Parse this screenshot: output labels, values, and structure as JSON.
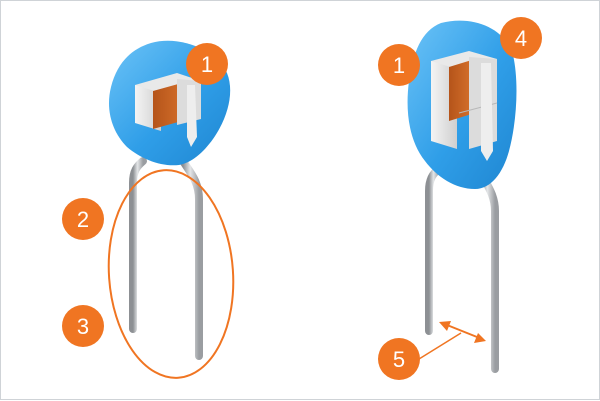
{
  "colors": {
    "background": "#ffffff",
    "coating": "#2f9ee8",
    "coating_light": "#5ab8f5",
    "ceramic": "#c9611b",
    "electrode": "#e6e6e6",
    "lead": "#b9bcc0",
    "badge": "#f07522",
    "badge_text": "#ffffff",
    "annotation": "#f07522"
  },
  "callouts": [
    {
      "number": "1"
    },
    {
      "number": "2"
    },
    {
      "number": "3"
    },
    {
      "number": "1"
    },
    {
      "number": "4"
    },
    {
      "number": "5"
    }
  ]
}
